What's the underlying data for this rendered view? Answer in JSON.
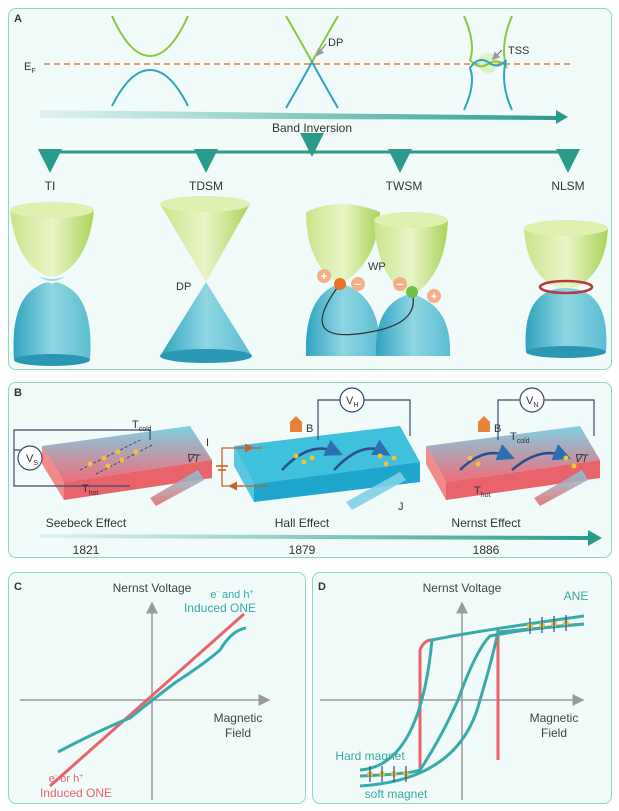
{
  "panelA": {
    "label": "A",
    "ef": "E",
    "ef_sub": "F",
    "dp_top": "DP",
    "tss": "TSS",
    "band_inversion": "Band Inversion",
    "categories": [
      "TI",
      "TDSM",
      "TWSM",
      "NLSM"
    ],
    "dp_cone": "DP",
    "wp": "WP"
  },
  "panelB": {
    "label": "B",
    "vs": "V",
    "vs_sub": "S",
    "vh": "V",
    "vh_sub": "H",
    "vn": "V",
    "vn_sub": "N",
    "tcold": "T",
    "cold_sub": "cold",
    "thot": "T",
    "hot_sub": "hot",
    "grad_t": "∇T",
    "current": "I",
    "field": "B",
    "j": "J",
    "effects": [
      "Seebeck Effect",
      "Hall Effect",
      "Nernst Effect"
    ],
    "years": [
      "1821",
      "1879",
      "1886"
    ]
  },
  "panelC": {
    "label": "C",
    "ylabel": "Nernst Voltage",
    "xlabel_line1": "Magnetic",
    "xlabel_line2": "Field",
    "eh_line1_a": "e",
    "eh_line1_b": " and h",
    "eh_line2": "Induced ONE",
    "eor_line1_a": "e",
    "eor_line1_b": " or h",
    "eor_line2": "Induced ONE",
    "colors": {
      "teal": "#3aa9a9",
      "red": "#e8646a"
    }
  },
  "panelD": {
    "label": "D",
    "ylabel": "Nernst Voltage",
    "xlabel_line1": "Magnetic",
    "xlabel_line2": "Field",
    "ane": "ANE",
    "hard": "Hard magnet",
    "soft": "soft magnet"
  }
}
